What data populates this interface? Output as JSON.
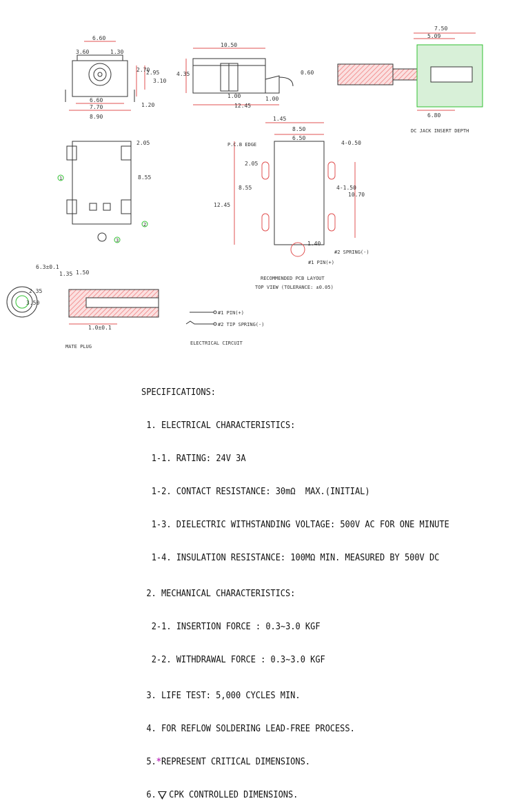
{
  "colors": {
    "line": "#333333",
    "dim": "#e05050",
    "hatch": "#f08080",
    "green": "#30c030",
    "critical": "#c040c0"
  },
  "views": {
    "front": {
      "dims": [
        "6.60",
        "3.60",
        "1.30",
        "2.70",
        "2.95",
        "3.10",
        "6.60",
        "7.70",
        "8.90",
        "1.20"
      ]
    },
    "side": {
      "dims": [
        "10.50",
        "4.35",
        "0.60",
        "1.00",
        "12.45",
        "1.00"
      ]
    },
    "section": {
      "dims": [
        "7.50",
        "5.09",
        "6.80"
      ],
      "caption": "DC JACK INSERT DEPTH"
    },
    "top": {
      "dims": [
        "2.05",
        "8.55"
      ],
      "callouts": [
        "1",
        "2",
        "3"
      ]
    },
    "pcb": {
      "dims": [
        "1.45",
        "8.50",
        "6.50",
        "4-0.50",
        "2.05",
        "8.55",
        "12.45",
        "4-1.50",
        "10.70",
        "1.40"
      ],
      "edge": "P.C.B EDGE",
      "pin_spring": "#2 SPRING(-)",
      "pin_pos": "#1 PIN(+)",
      "caption": "RECOMMENDED PCB LAYOUT",
      "subcaption": "TOP VIEW (TOLERANCE: ±0.05)"
    },
    "plug": {
      "dims": [
        "6.3±0.1",
        "1.35",
        "1.50",
        "2.35",
        "3.50",
        "1.0±0.1"
      ],
      "caption": "MATE PLUG"
    },
    "circuit": {
      "pin1": "#1 PIN(+)",
      "pin2": "#2 TIP SPRING(-)",
      "caption": "ELECTRICAL CIRCUIT"
    }
  },
  "specs": {
    "title": "SPECIFICATIONS:",
    "s1": "1. ELECTRICAL CHARACTERISTICS:",
    "s1_1": "1-1. RATING: 24V 3A",
    "s1_2": "1-2. CONTACT RESISTANCE: 30mΩ  MAX.(INITIAL)",
    "s1_3": "1-3. DIELECTRIC WITHSTANDING VOLTAGE: 500V AC FOR ONE MINUTE",
    "s1_4": "1-4. INSULATION RESISTANCE: 100MΩ MIN. MEASURED BY 500V DC",
    "s2": "2. MECHANICAL CHARACTERISTICS:",
    "s2_1": "2-1. INSERTION FORCE : 0.3~3.0 KGF",
    "s2_2": "2-2. WITHDRAWAL FORCE : 0.3~3.0 KGF",
    "s3": "3. LIFE TEST: 5,000 CYCLES MIN.",
    "s4": "4. FOR REFLOW SOLDERING LEAD-FREE PROCESS.",
    "s5_num": "5.",
    "s5": "REPRESENT CRITICAL DIMENSIONS.",
    "s6_num": "6.",
    "s6": "CPK CONTROLLED DIMENSIONS."
  }
}
